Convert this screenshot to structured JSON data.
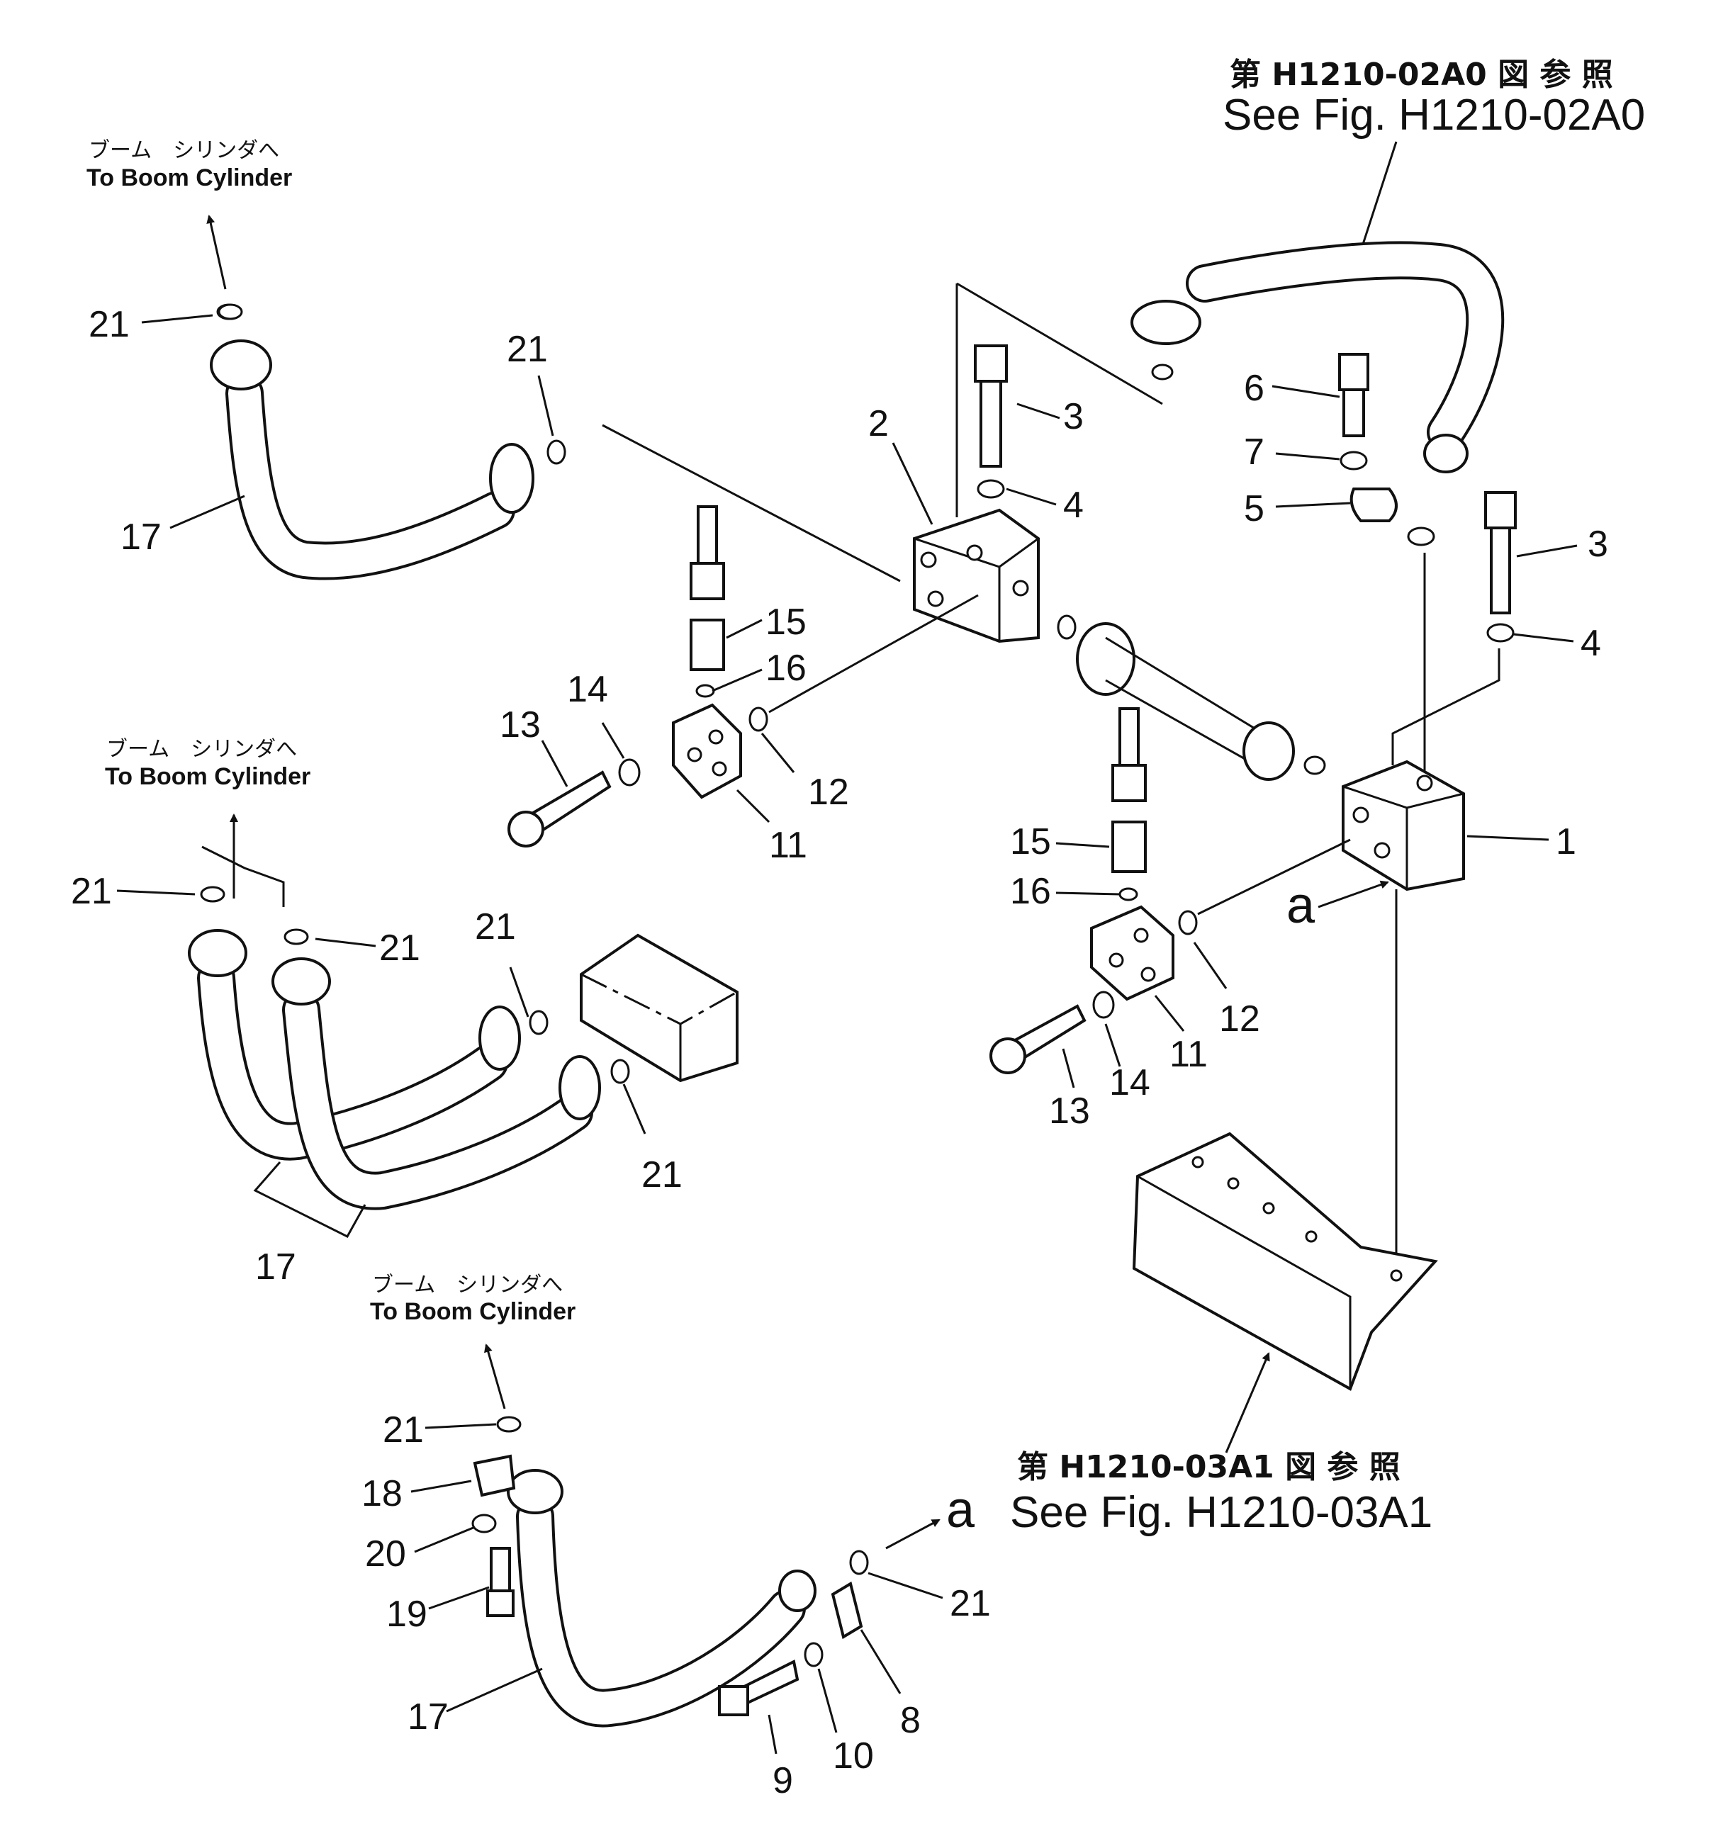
{
  "references": {
    "top": {
      "jp": "第 H1210-02A0 図 参 照",
      "en": "See Fig. H1210-02A0"
    },
    "bottom": {
      "jp": "第 H1210-03A1 図 参 照",
      "en": "See Fig. H1210-03A1"
    }
  },
  "to_boom_cylinder": {
    "top": {
      "jp": "ブーム　シリンダへ",
      "en": "To Boom Cylinder"
    },
    "middle": {
      "jp": "ブーム　シリンダへ",
      "en": "To Boom Cylinder"
    },
    "bottom": {
      "jp": "ブーム　シリンダへ",
      "en": "To Boom Cylinder"
    }
  },
  "view_marks": {
    "upper": "a",
    "lower": "a"
  },
  "callouts": {
    "c1": "1",
    "c2": "2",
    "c3a": "3",
    "c3b": "3",
    "c4a": "4",
    "c4b": "4",
    "c5": "5",
    "c6": "6",
    "c7": "7",
    "c8": "8",
    "c9": "9",
    "c10": "10",
    "c11a": "11",
    "c11b": "11",
    "c12a": "12",
    "c12b": "12",
    "c13a": "13",
    "c13b": "13",
    "c14a": "14",
    "c14b": "14",
    "c15a": "15",
    "c15b": "15",
    "c16a": "16",
    "c16b": "16",
    "c17a": "17",
    "c17b": "17",
    "c17c": "17",
    "c18": "18",
    "c19": "19",
    "c20": "20",
    "c21a": "21",
    "c21b": "21",
    "c21c": "21",
    "c21d": "21",
    "c21e": "21",
    "c21f": "21",
    "c21g": "21",
    "c21h": "21"
  }
}
